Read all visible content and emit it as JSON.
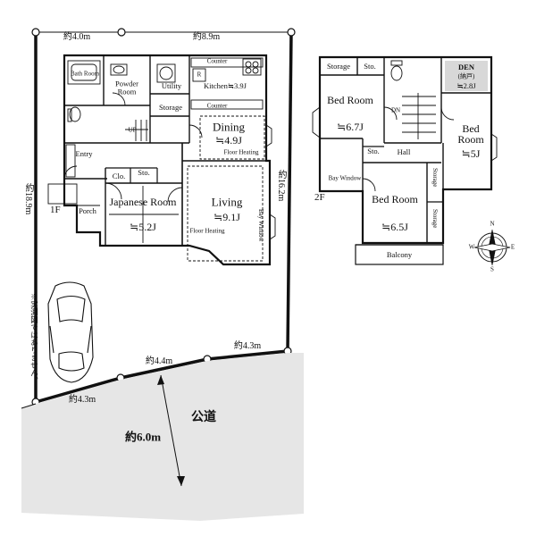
{
  "site": {
    "dim_top_left": "約4.0m",
    "dim_top_right": "約8.9m",
    "dim_left": "約18.9m",
    "dim_right": "約16.2m",
    "dim_bottom_right": "約4.3m",
    "dim_bottom_mid": "約4.4m",
    "dim_bottom_left": "約4.3m",
    "road_width": "約6.0m",
    "road_label": "公道",
    "disclaimer": "※実測図ではありません。"
  },
  "floor1": {
    "level": "1F",
    "rooms": {
      "bath": "Bath Room",
      "powder": "Powder Room",
      "utility": "Utility",
      "kitchen": "Kitchen≒3.9J",
      "storage": "Storage",
      "up": "UP",
      "dining": "Dining",
      "dining_size": "≒4.9J",
      "floor_heating": "Floor Heating",
      "entry": "Entry",
      "clo": "Clo.",
      "sto": "Sto.",
      "japanese": "Japanese Room",
      "japanese_size": "≒5.2J",
      "living": "Living",
      "living_size": "≒9.1J",
      "porch": "Porch",
      "bay_window": "Bay Window",
      "counter": "Counter",
      "refrigerator": "R"
    }
  },
  "floor2": {
    "level": "2F",
    "rooms": {
      "storage": "Storage",
      "sto_top": "Sto.",
      "den": "DEN",
      "den_note": "(納戸)",
      "den_size": "≒2.8J",
      "bed1": "Bed Room",
      "bed1_size": "≒6.7J",
      "dn": "DN",
      "bed2": "Bed Room",
      "bed2_size": "≒5J",
      "sto_mid": "Sto.",
      "hall": "Hall",
      "bed3": "Bed Room",
      "bed3_size": "≒6.5J",
      "storage_side1": "Storage",
      "storage_side2": "Storage",
      "balcony": "Balcony",
      "bay_window": "Bay Window"
    }
  },
  "compass": {
    "north": "N",
    "east": "E",
    "south": "S",
    "west": "W"
  }
}
